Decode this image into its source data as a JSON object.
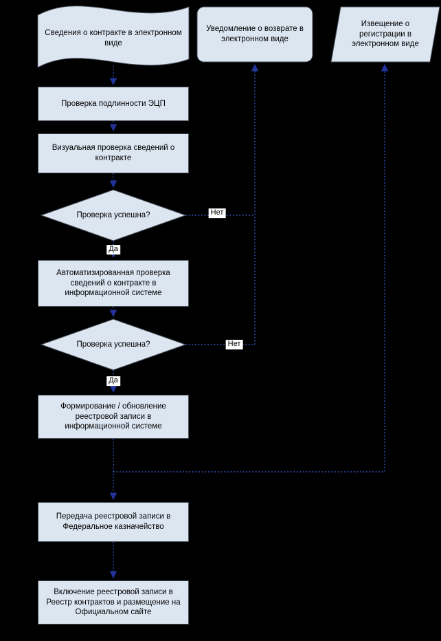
{
  "nodes": {
    "source_doc": {
      "label": "Сведения о контракте в электронном виде",
      "shape": "document"
    },
    "notify_return": {
      "label": "Уведомление о возврате в электронном виде",
      "shape": "rounded"
    },
    "notify_registration": {
      "label": "Извещение о регистрации в электронном виде",
      "shape": "parallelogram"
    },
    "check_signature": {
      "label": "Проверка подлинности ЭЦП",
      "shape": "rect"
    },
    "visual_check": {
      "label": "Визуальная проверка сведений о контракте",
      "shape": "rect"
    },
    "decision_visual": {
      "label": "Проверка успешна?",
      "shape": "diamond"
    },
    "auto_check": {
      "label": "Автоматизированная проверка сведений о контракте в информационной системе",
      "shape": "rect"
    },
    "decision_auto": {
      "label": "Проверка успешна?",
      "shape": "diamond"
    },
    "registry_record": {
      "label": "Формирование / обновление реестровой записи в информационной системе",
      "shape": "rect"
    },
    "transfer_treasury": {
      "label": "Передача реестровой записи в Федеральное казначейство",
      "shape": "rect"
    },
    "include_registry": {
      "label": "Включение реестровой записи в Реестр контрактов и размещение на Официальном сайте",
      "shape": "rect"
    }
  },
  "edge_labels": {
    "decision_visual_no": "Нет",
    "decision_visual_yes": "Да",
    "decision_auto_no": "Нет",
    "decision_auto_yes": "Да"
  },
  "edges": [
    {
      "from": "source_doc",
      "to": "check_signature"
    },
    {
      "from": "check_signature",
      "to": "visual_check"
    },
    {
      "from": "visual_check",
      "to": "decision_visual"
    },
    {
      "from": "decision_visual",
      "to": "notify_return",
      "label": "Нет"
    },
    {
      "from": "decision_visual",
      "to": "auto_check",
      "label": "Да"
    },
    {
      "from": "auto_check",
      "to": "decision_auto"
    },
    {
      "from": "decision_auto",
      "to": "notify_return",
      "label": "Нет"
    },
    {
      "from": "decision_auto",
      "to": "registry_record",
      "label": "Да"
    },
    {
      "from": "registry_record",
      "to": "notify_registration"
    },
    {
      "from": "registry_record",
      "to": "transfer_treasury"
    },
    {
      "from": "transfer_treasury",
      "to": "include_registry"
    }
  ],
  "colors": {
    "background": "#000000",
    "node_fill": "#dce6f1",
    "node_border": "#474f59",
    "connector": "#3c55c8",
    "arrow": "#22349b",
    "label_bg": "#ffffff",
    "text": "#000000"
  }
}
